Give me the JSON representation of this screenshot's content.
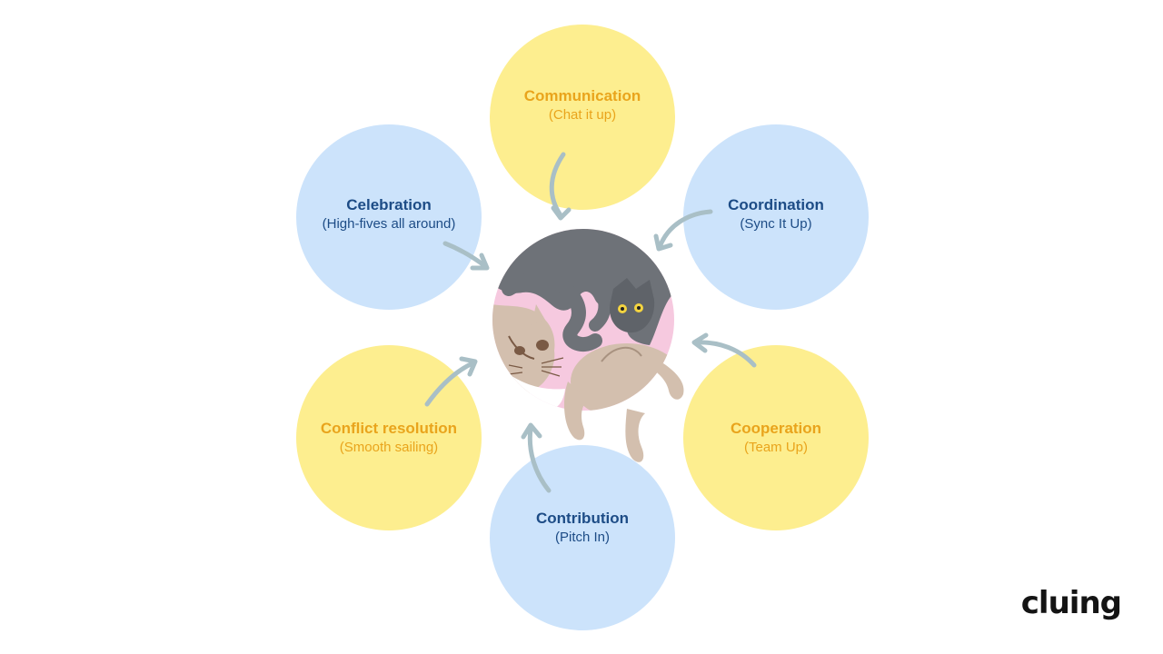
{
  "diagram": {
    "nodes": [
      {
        "id": "communication",
        "title": "Communication",
        "subtitle": "(Chat it up)",
        "color": "#fdee8f"
      },
      {
        "id": "celebration",
        "title": "Celebration",
        "subtitle": "(High-fives all around)",
        "color": "#cce3fb"
      },
      {
        "id": "coordination",
        "title": "Coordination",
        "subtitle": "(Sync It Up)",
        "color": "#cce3fb"
      },
      {
        "id": "conflict",
        "title": "Conflict resolution",
        "subtitle": "(Smooth sailing)",
        "color": "#fdee8f"
      },
      {
        "id": "cooperation",
        "title": "Cooperation",
        "subtitle": "(Team Up)",
        "color": "#fdee8f"
      },
      {
        "id": "contribution",
        "title": "Contribution",
        "subtitle": "(Pitch In)",
        "color": "#cce3fb"
      }
    ],
    "center_image": "two-cats-illustration",
    "arrow_color": "#a9bfc6"
  },
  "brand": {
    "logo_text": "cluing"
  }
}
